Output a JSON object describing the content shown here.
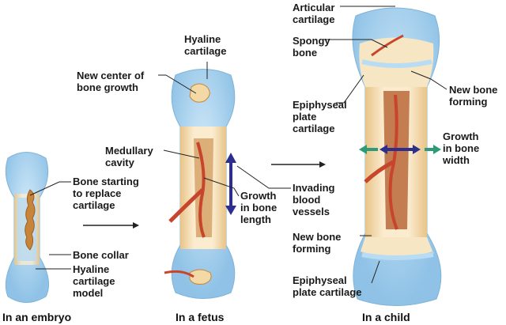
{
  "stages": {
    "embryo": {
      "caption": "In an embryo",
      "labels": {
        "bone_starting": "Bone starting\nto replace\ncartilage",
        "bone_collar": "Bone collar",
        "hyaline_model": "Hyaline\ncartilage\nmodel"
      }
    },
    "fetus": {
      "caption": "In a fetus",
      "labels": {
        "hyaline": "Hyaline\ncartilage",
        "new_center": "New center of\nbone growth",
        "medullary": "Medullary\ncavity",
        "growth_length": "Growth\nin bone\nlength"
      }
    },
    "child": {
      "caption": "In a child",
      "labels": {
        "articular": "Articular\ncartilage",
        "spongy": "Spongy\nbone",
        "epiphyseal_top": "Epiphyseal\nplate\ncartilage",
        "invading": "Invading\nblood\nvessels",
        "new_bone_lower": "New bone\nforming",
        "epiphyseal_bottom": "Epiphyseal\nplate cartilage",
        "new_bone_right": "New bone\nforming",
        "growth_width": "Growth\nin bone\nwidth"
      }
    }
  },
  "colors": {
    "cartilage": "#a9d3ef",
    "bone": "#f3d9a6",
    "vessel": "#c8452c",
    "arrow_blue": "#2e2e8c",
    "arrow_green": "#2e9a78"
  }
}
